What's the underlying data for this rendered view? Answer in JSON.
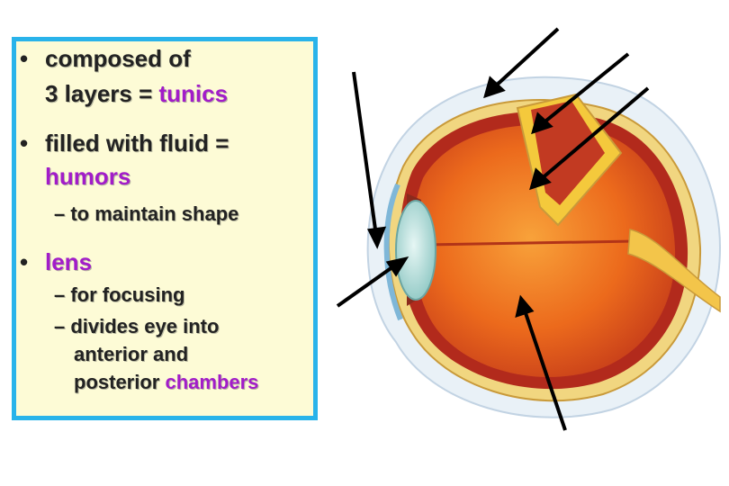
{
  "bullets": [
    {
      "line1": "composed of",
      "line2_pre": "3 layers = ",
      "line2_hl": "tunics"
    },
    {
      "line1": "filled with fluid =",
      "line2_hl": "humors",
      "sub": "– to maintain shape"
    },
    {
      "line1": "lens",
      "sub1": "– for focusing",
      "sub2": "– divides eye into",
      "sub3": "anterior and",
      "sub4_pre": "posterior ",
      "sub4_hl": "chambers"
    }
  ],
  "bullet_char": "•",
  "colors": {
    "box_border": "#29b3ea",
    "box_fill": "#fdfbd6",
    "highlight": "#a21cc9"
  }
}
